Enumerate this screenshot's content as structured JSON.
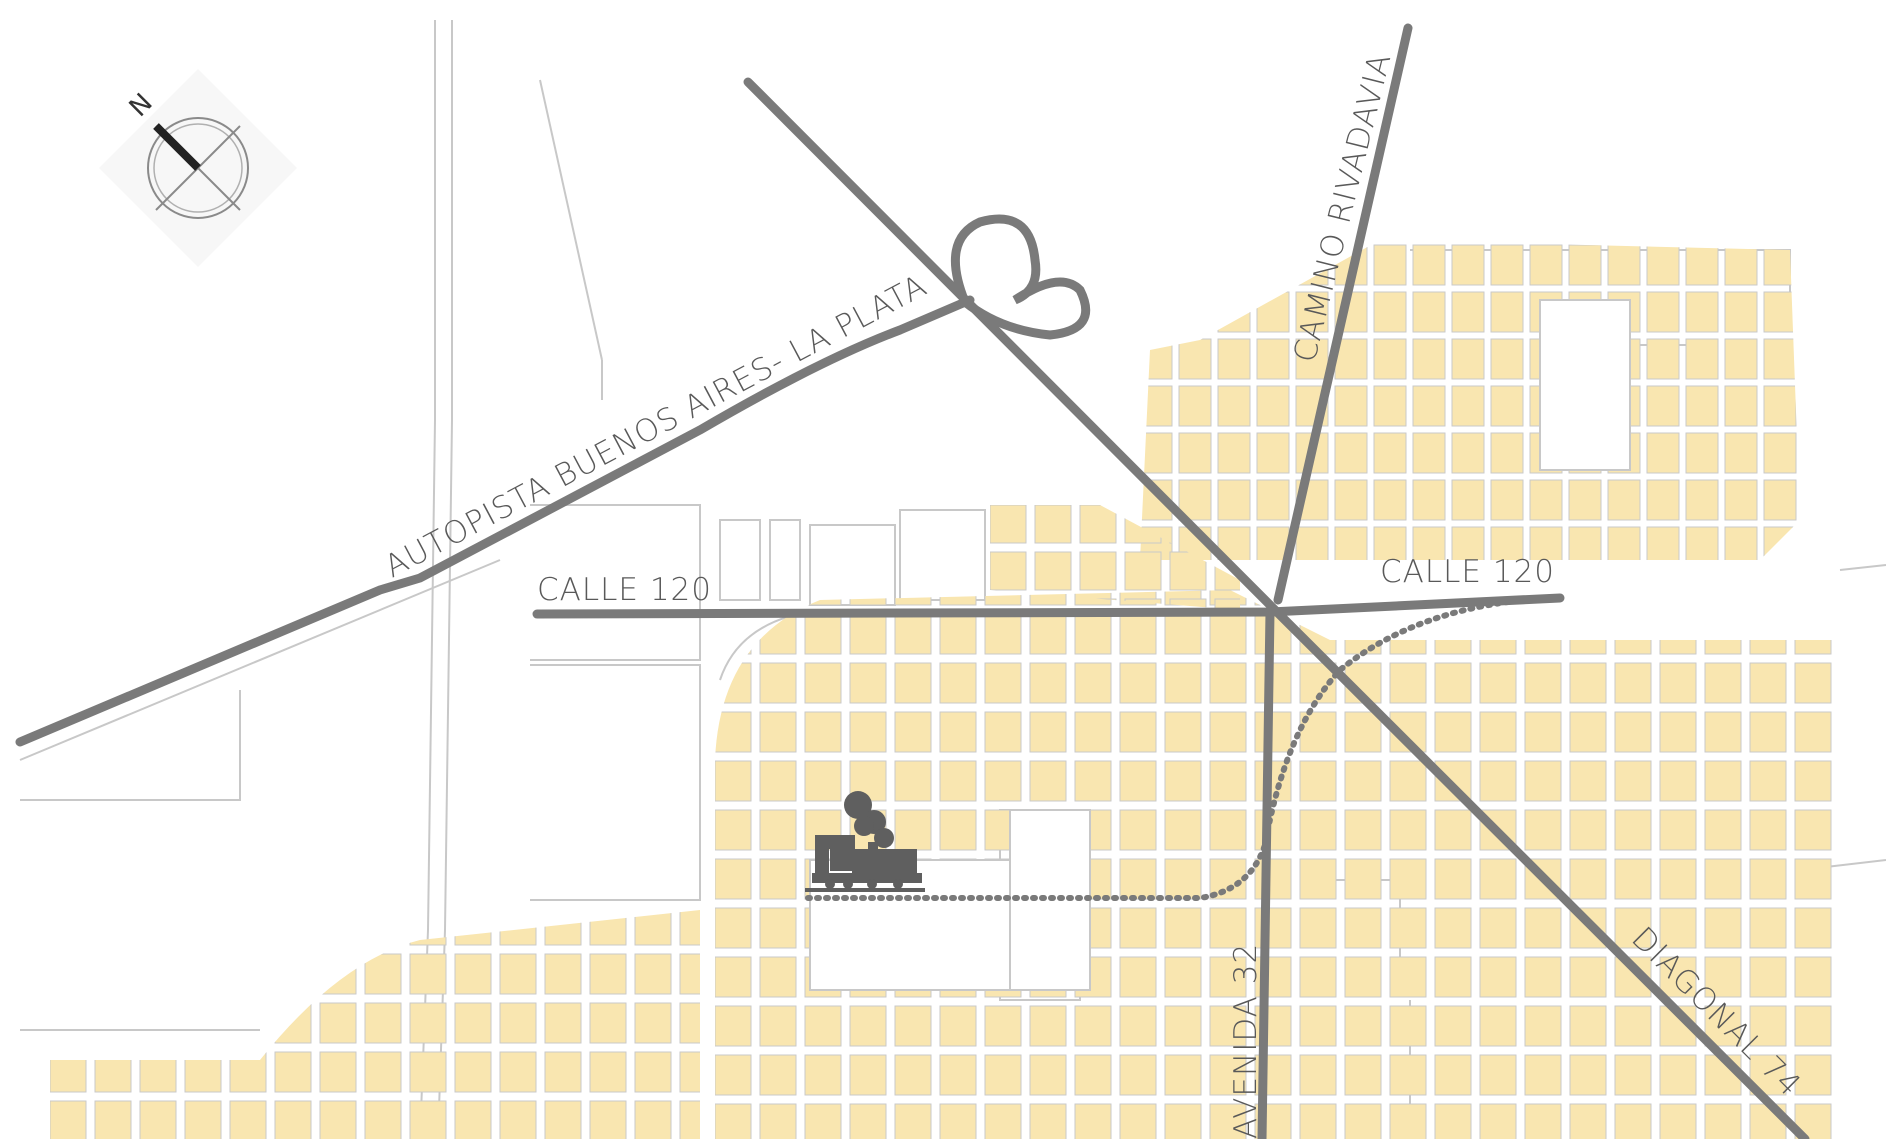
{
  "map": {
    "colors": {
      "background": "#ffffff",
      "block_fill": "#f9e6b0",
      "block_stroke": "#c9c9c9",
      "road": "#7a7a7a",
      "railway": "#7a7a7a",
      "outline": "#c8c8c8"
    },
    "compass": {
      "north_label": "N",
      "icon": "compass-rose-icon"
    },
    "roads": {
      "autopista": "AUTOPISTA BUENOS AIRES- LA PLATA",
      "camino_rivadavia": "CAMINO RIVADAVIA",
      "calle_120_west": "CALLE 120",
      "calle_120_east": "CALLE 120",
      "avenida_32": "AVENIDA 32",
      "diagonal_74": "DIAGONAL 74"
    },
    "landmark": {
      "icon": "steam-train-icon"
    }
  }
}
